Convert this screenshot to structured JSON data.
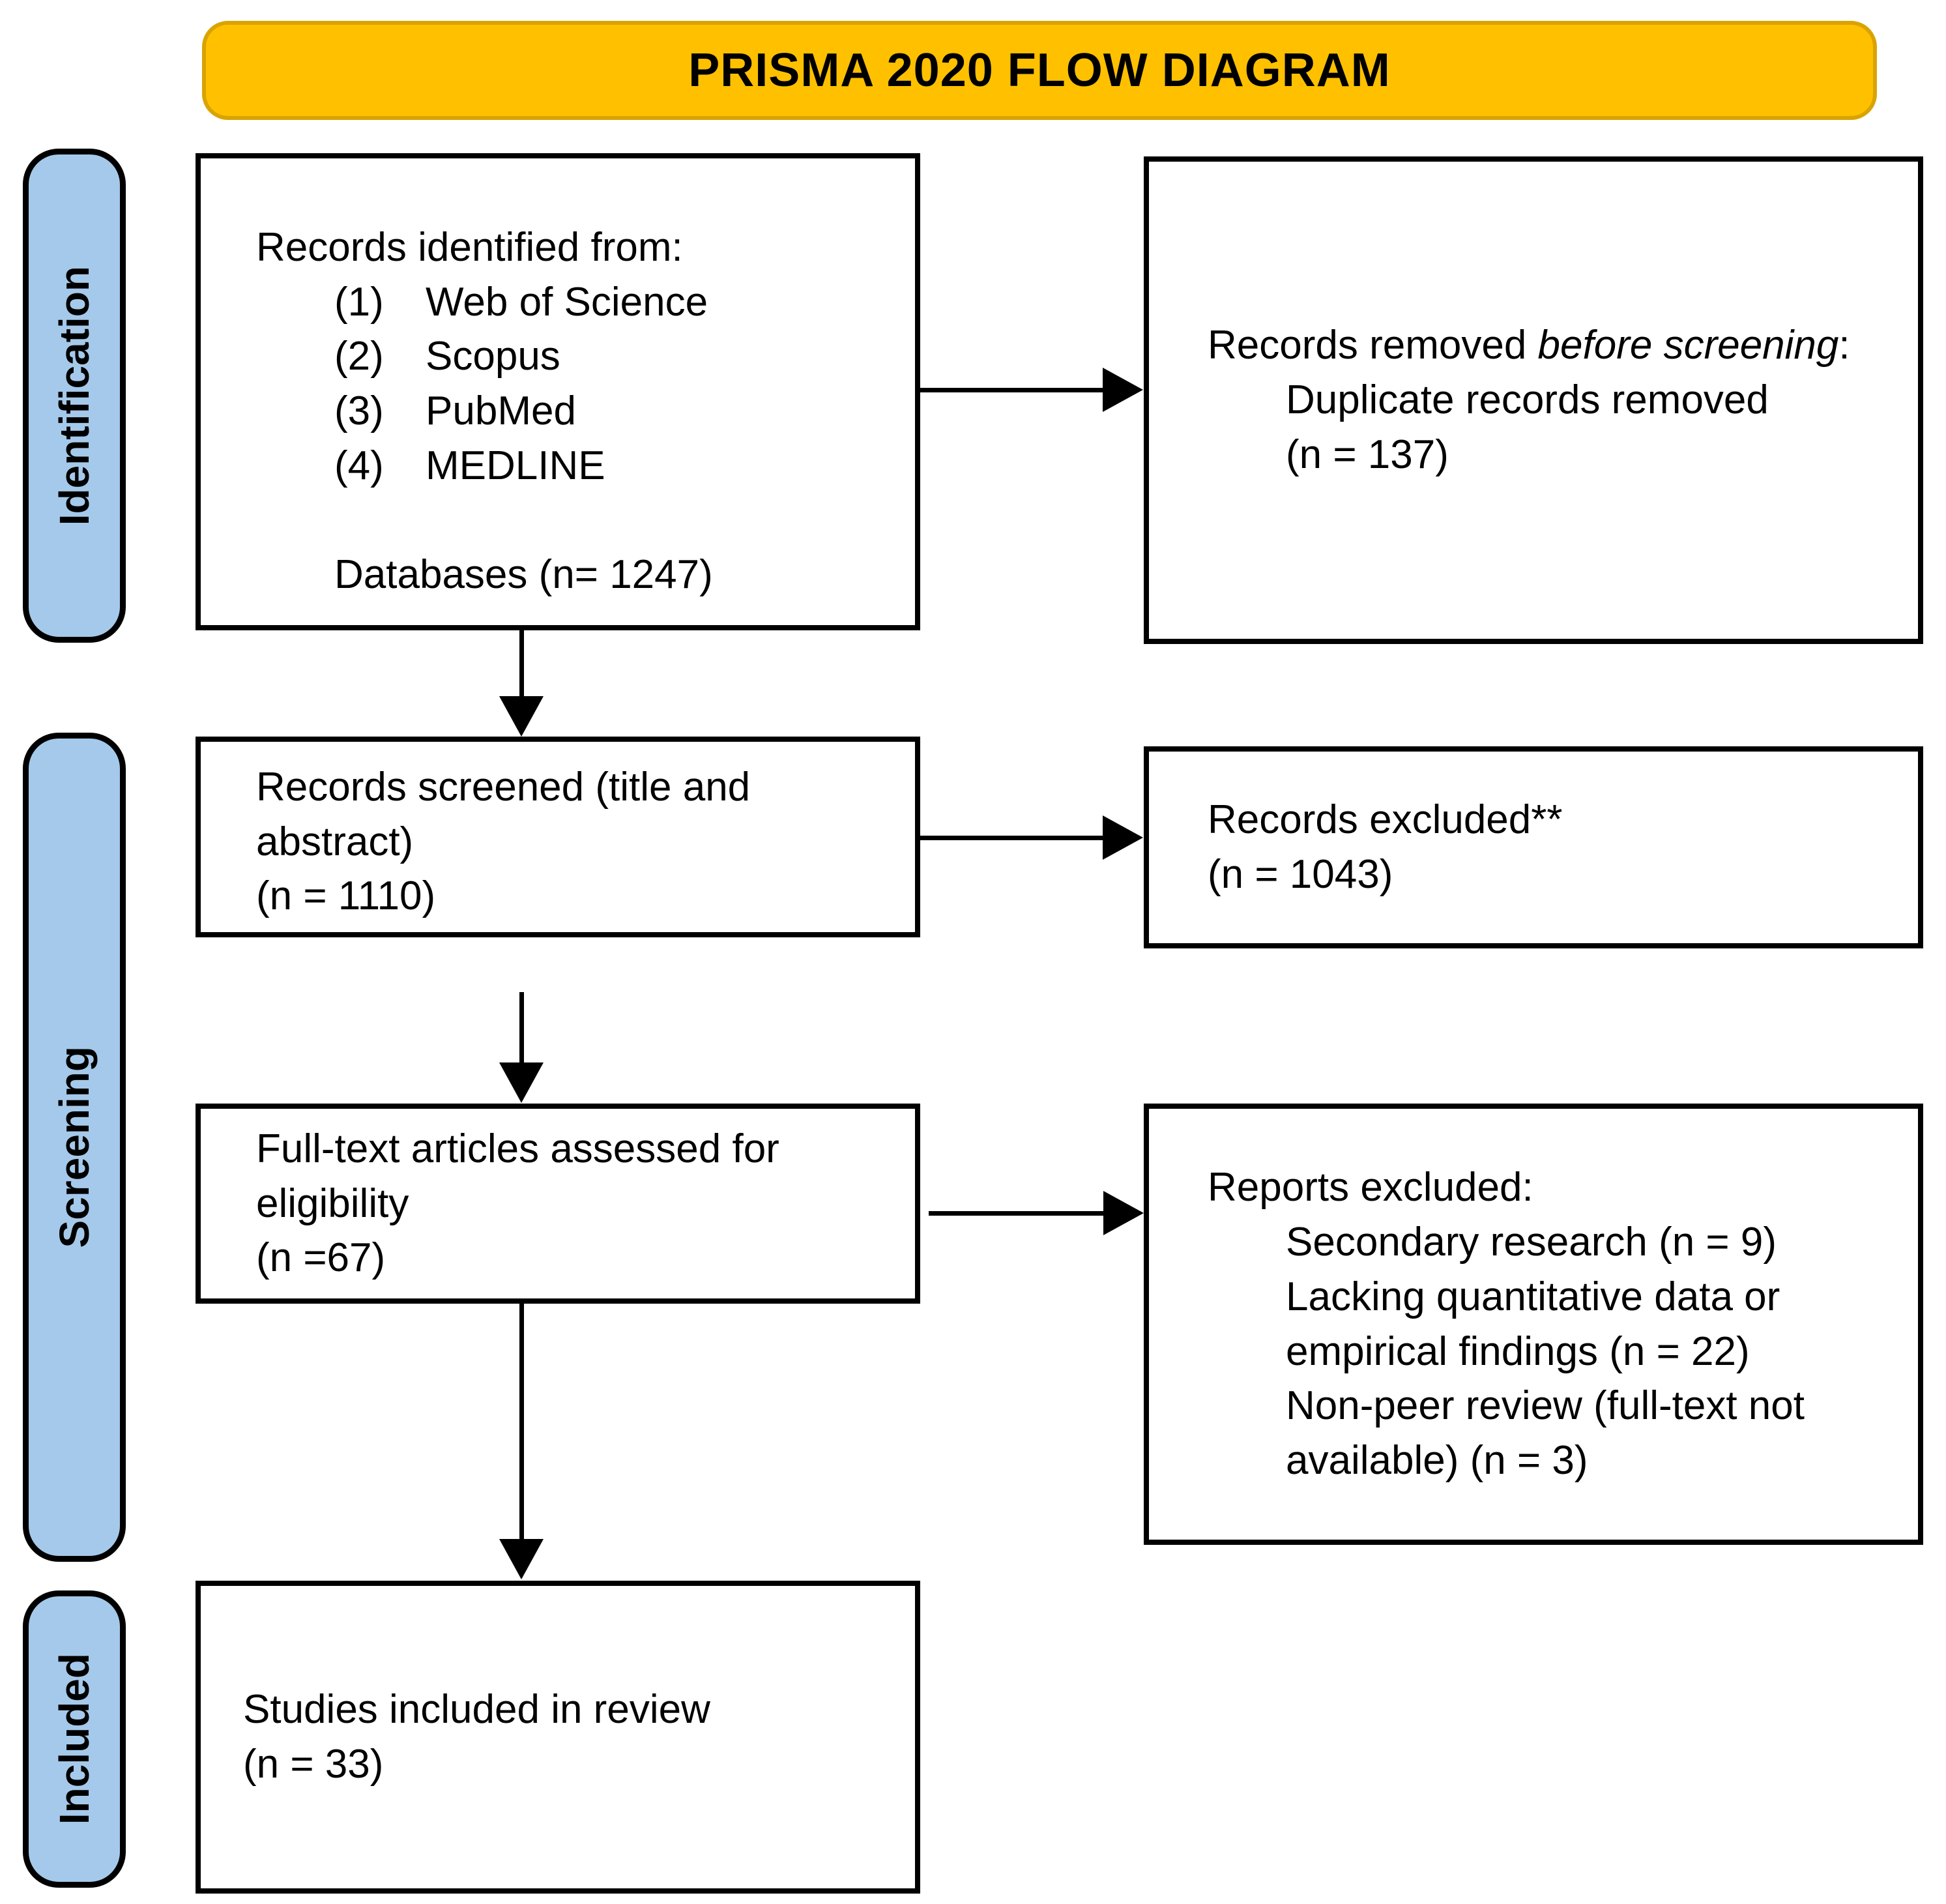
{
  "title": "PRISMA 2020 FLOW DIAGRAM",
  "colors": {
    "banner_bg": "#FFC000",
    "banner_border": "#D9A300",
    "ribbon_bg": "#A5C9EA",
    "box_border": "#000000"
  },
  "ribbons": {
    "identification": "Identification",
    "screening": "Screening",
    "included": "Included"
  },
  "boxes": {
    "identified": {
      "heading": "Records identified from:",
      "items": [
        {
          "num": "(1)",
          "label": "Web of Science"
        },
        {
          "num": "(2)",
          "label": "Scopus"
        },
        {
          "num": "(3)",
          "label": "PubMed"
        },
        {
          "num": "(4)",
          "label": "MEDLINE"
        }
      ],
      "total": "Databases (n= 1247)"
    },
    "removed": {
      "prefix": "Records removed ",
      "italic": "before screening",
      "suffix": ":",
      "line2": "Duplicate records removed",
      "line3": "(n = 137)"
    },
    "screened": {
      "line1": "Records screened (title and",
      "line2": "abstract)",
      "line3": "(n = 1110)"
    },
    "excluded": {
      "line1": "Records excluded**",
      "line2": "(n = 1043)"
    },
    "fulltext": {
      "line1": "Full-text articles assessed for",
      "line2": "eligibility",
      "line3": "(n =67)"
    },
    "reports_excluded": {
      "heading": "Reports excluded:",
      "reasons": [
        "Secondary research (n = 9)",
        "Lacking quantitative data or empirical findings (n = 22)",
        "Non-peer review (full-text not available) (n = 3)"
      ]
    },
    "included_studies": {
      "line1": "Studies included in review",
      "line2": "(n = 33)"
    }
  }
}
